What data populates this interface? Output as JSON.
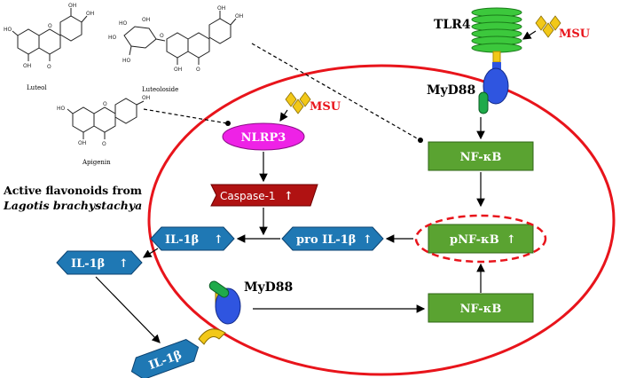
{
  "compounds": [
    {
      "label": "Luteol"
    },
    {
      "label": "Luteoloside"
    },
    {
      "label": "Apigenin"
    }
  ],
  "heading": {
    "line1": "Active flavonoids from",
    "line2": "Lagotis brachystachya"
  },
  "receptors": {
    "tlr4": "TLR4",
    "myd88_top": "MyD88",
    "myd88_bottom": "MyD88"
  },
  "triggers": {
    "msu_top": "MSU",
    "msu_nlrp3": "MSU"
  },
  "nodes": {
    "nlrp3": "NLRP3",
    "caspase": "Caspase-1",
    "pro_il1b": "pro IL-1β",
    "il1b_inner": "IL-1β",
    "il1b_outer": "IL-1β",
    "il1b_bound": "IL-1β",
    "nfkb_top": "NF-κB",
    "pnfkb": "pNF-κB",
    "nfkb_bottom": "NF-κB"
  },
  "colors": {
    "cell_membrane": "#e8141b",
    "nlrp3": "#ee22e6",
    "caspase": "#b01212",
    "il1b": "#1f78b4",
    "nfkb": "#5aa331",
    "tlr4": "#3cc83c",
    "myd88": "#2f55e0",
    "linker": "#1faa4a",
    "receptor_arm": "#f2c818",
    "msu": "#f2c818"
  }
}
